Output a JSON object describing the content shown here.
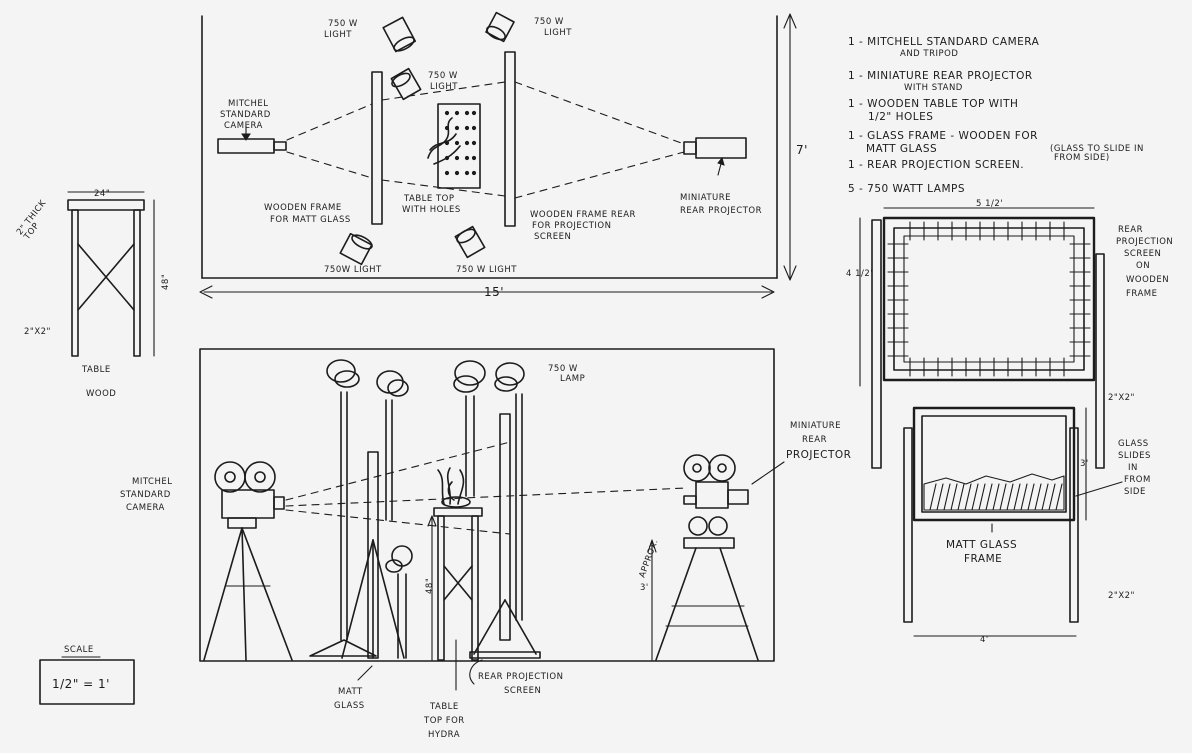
{
  "equipment_list": [
    "1 - Mitchell Standard Camera",
    "and Tripod",
    "1 - Miniature Rear Projector",
    "with Stand",
    "1 - Wooden Table Top with",
    "1/2\" holes",
    "1 - Glass Frame - Wooden for",
    "Matt Glass",
    "(Glass to Slide in",
    "from side)",
    "1 - Rear Projection Screen.",
    "5 - 750 Watt Lamps"
  ],
  "plan_view": {
    "light_top_left": [
      "750 W",
      "Light"
    ],
    "light_top_right": [
      "750 W",
      "Light"
    ],
    "light_mid": [
      "750 W",
      "Light"
    ],
    "camera_label": [
      "Mitchel",
      "Standard",
      "Camera"
    ],
    "matt_frame_label": [
      "Wooden Frame",
      "For Matt Glass"
    ],
    "table_label": [
      "Table Top",
      "with holes"
    ],
    "screen_frame_label": [
      "Wooden Frame Rear",
      "For Projection",
      "Screen"
    ],
    "projector_label": [
      "Miniature",
      "Rear Projector"
    ],
    "light_bottom_left": "750W Light",
    "light_bottom_right": "750 W Light",
    "width_dim": "15'",
    "depth_dim": "7'"
  },
  "table_detail": {
    "width_dim": "24\"",
    "top_label": [
      "2\" Thick",
      "Top"
    ],
    "height_dim": "48\"",
    "leg_label": "2\"x2\"",
    "title": [
      "Table",
      "Wood"
    ]
  },
  "elevation_view": {
    "lamp_label": [
      "750 W",
      "Lamp"
    ],
    "camera_label": [
      "Mitchel",
      "Standard",
      "Camera"
    ],
    "projector_label": [
      "Miniature",
      "Rear",
      "Projector"
    ],
    "table_height": "48\"",
    "approx_label": [
      "Approx.",
      "3'"
    ],
    "matt_label": [
      "Matt",
      "Glass"
    ],
    "table_top_label": [
      "Table",
      "Top for",
      "Hydra"
    ],
    "screen_label": [
      "Rear Projection",
      "Screen"
    ]
  },
  "screen_detail": {
    "width_dim": "5 1/2'",
    "height_dim": "4 1/2'",
    "label": [
      "Rear",
      "Projection",
      "Screen",
      "on",
      "Wooden",
      "Frame"
    ],
    "leg_label": "2\"x2\""
  },
  "glass_detail": {
    "height_dim": "3'",
    "slide_label": [
      "Glass",
      "Slides",
      "in",
      "From",
      "Side"
    ],
    "title": [
      "Matt Glass",
      "Frame"
    ],
    "leg_label": "2\"x2\"",
    "width_dim": "4'"
  },
  "scale": {
    "title": "Scale",
    "value": "1/2\" = 1'"
  }
}
